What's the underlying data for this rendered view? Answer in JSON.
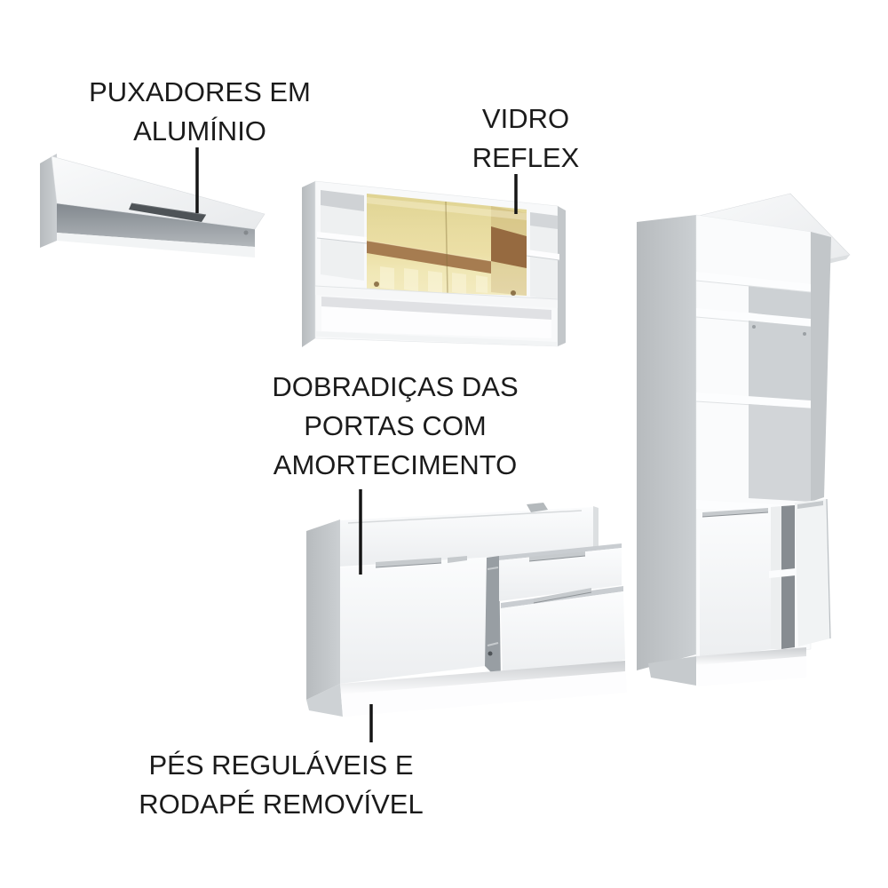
{
  "annotations": {
    "aluminum_handles": {
      "text": "PUXADORES EM\nALUMÍNIO"
    },
    "reflex_glass": {
      "text": "VIDRO\nREFLEX"
    },
    "soft_close_hinges": {
      "text": "DOBRADIÇAS DAS\nPORTAS COM\nAMORTECIMENTO"
    },
    "adjustable_feet": {
      "text": "PÉS REGULÁVEIS E\nRODAPÉ REMOVÍVEL"
    }
  },
  "colors": {
    "background": "#ffffff",
    "text": "#1b1b1b",
    "leader_line": "#151515",
    "handle_dark": "#4e5357",
    "aluminum_profile": "#c6cacd",
    "cabinet_front_white": "#f5f6f7",
    "cabinet_side_gray": "#c0c4c7",
    "cabinet_interior_gray": "#939aa0",
    "glass_cream": "#e9dda4",
    "glass_band_brown": "#a67c50"
  }
}
